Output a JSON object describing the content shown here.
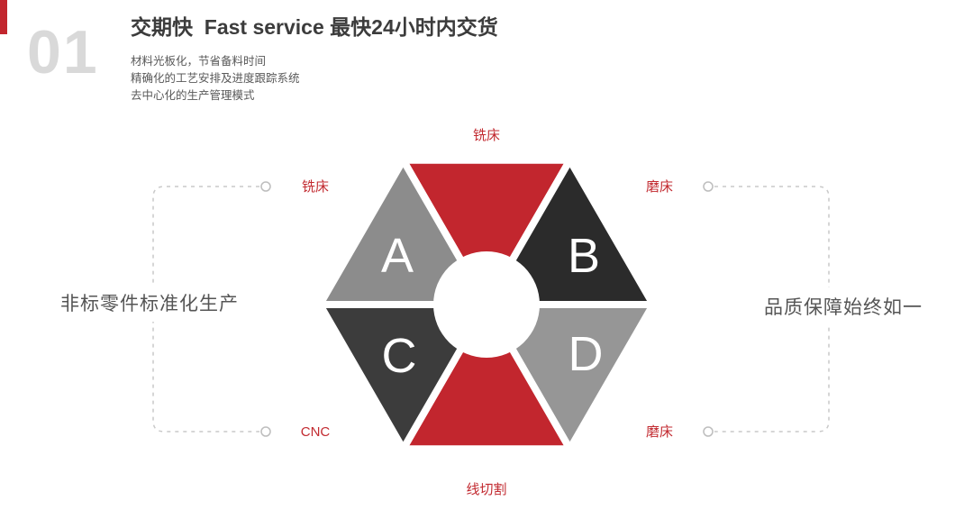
{
  "accent": "#c2262e",
  "header": {
    "index": "01",
    "title": "交期快  Fast service 最快24小时内交货",
    "bullets": [
      "材料光板化，节省备料时间",
      "精确化的工艺安排及进度跟踪系统",
      "去中心化的生产管理模式"
    ]
  },
  "diagram": {
    "segments": {
      "top": {
        "letter": "",
        "label": "铣床",
        "color": "#c2262e"
      },
      "top_left": {
        "letter": "A",
        "label": "铣床",
        "color": "#8c8c8c"
      },
      "top_right": {
        "letter": "B",
        "label": "磨床",
        "color": "#2b2b2b"
      },
      "bottom_left": {
        "letter": "C",
        "label": "CNC",
        "color": "#3c3c3c"
      },
      "bottom_right": {
        "letter": "D",
        "label": "磨床",
        "color": "#969696"
      },
      "bottom": {
        "letter": "",
        "label": "线切割",
        "color": "#c2262e"
      }
    },
    "side_left": "非标零件标准化生产",
    "side_right": "品质保障始终如一"
  }
}
